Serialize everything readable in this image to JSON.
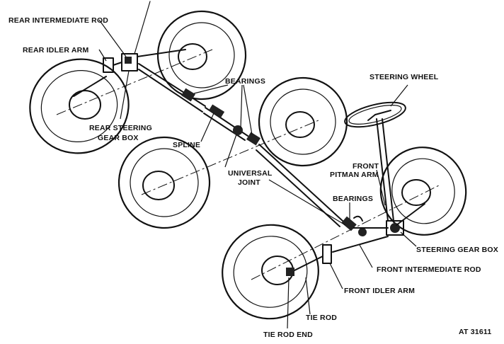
{
  "labels": {
    "rear_intermediate_rod": "REAR INTERMEDIATE ROD",
    "rear_idler_arm": "REAR IDLER ARM",
    "bearings_top": "BEARINGS",
    "steering_wheel": "STEERING WHEEL",
    "rear_steering_gear_box_line1": "REAR STEERING",
    "rear_steering_gear_box_line2": "GEAR BOX",
    "spline": "SPLINE",
    "front_pitman_arm_line1": "FRONT",
    "front_pitman_arm_line2": "PITMAN ARM",
    "universal_joint_line1": "UNIVERSAL",
    "universal_joint_line2": "JOINT",
    "bearings_bottom": "BEARINGS",
    "steering_gear_box": "STEERING GEAR BOX",
    "front_intermediate_rod": "FRONT INTERMEDIATE ROD",
    "front_idler_arm": "FRONT IDLER ARM",
    "tie_rod": "TIE ROD",
    "tie_rod_end": "TIE ROD END",
    "figure_id": "AT 31611"
  }
}
